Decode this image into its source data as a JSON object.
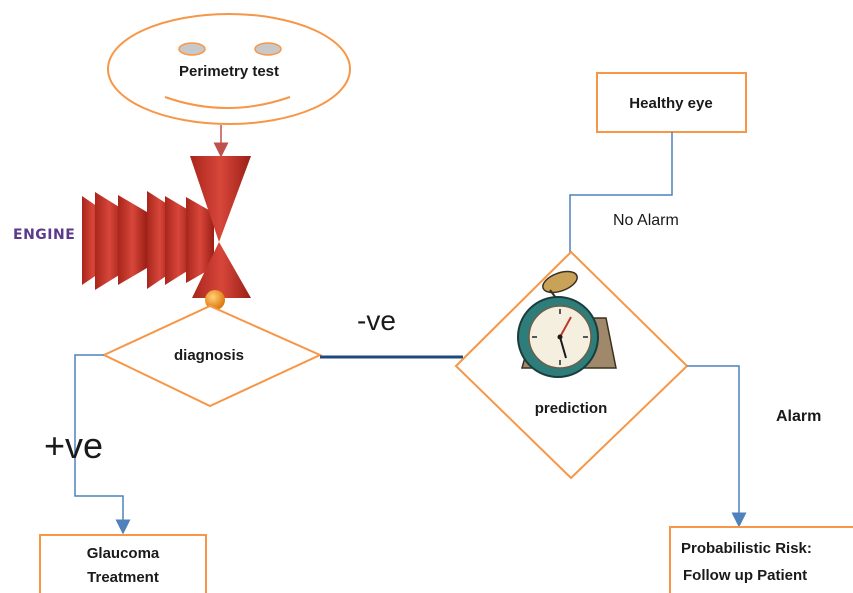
{
  "nodes": {
    "perimetry": "Perimetry test",
    "healthy": "Healthy eye",
    "diagnosis": "diagnosis",
    "prediction": "prediction",
    "glaucoma_line1": "Glaucoma",
    "glaucoma_line2": "Treatment",
    "risk_line1": "Probabilistic Risk:",
    "risk_line2": "Follow up Patient"
  },
  "labels": {
    "engine": "ENGINE",
    "negative": "-ve",
    "positive": "+ve",
    "no_alarm": "No Alarm",
    "alarm": "Alarm"
  },
  "colors": {
    "orange": "#f79646",
    "blue": "#4f81bd",
    "dark_blue": "#1f497d",
    "red": "#c0392b",
    "purple": "#5b3a8c"
  }
}
